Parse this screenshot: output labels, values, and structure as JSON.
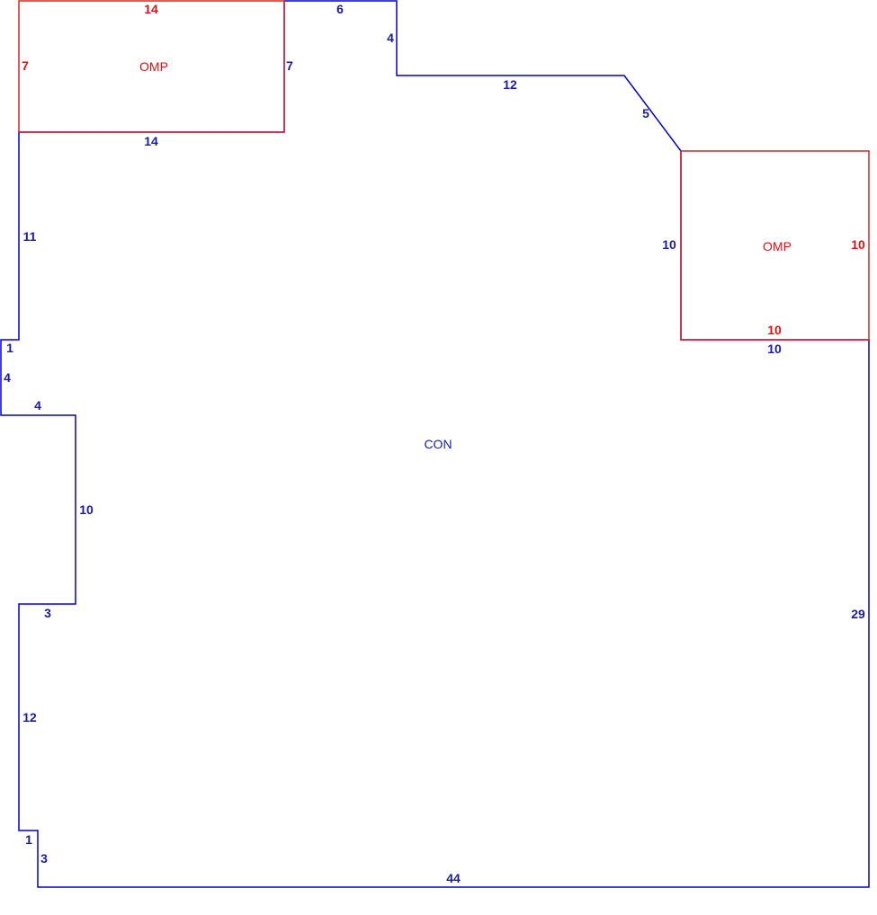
{
  "colors": {
    "main_outline": "#0000cc",
    "main_text": "#1a1aa6",
    "porch_outline": "#dd2222",
    "porch_text": "#dd1111"
  },
  "areas": {
    "main": {
      "label": "CON"
    },
    "porch_left": {
      "label": "OMP"
    },
    "porch_right": {
      "label": "OMP"
    }
  },
  "dimensions": {
    "main": {
      "top_segment": "6",
      "step_down": "4",
      "upper_right_run": "12",
      "diagonal": "5",
      "porch_right_left_side": "10",
      "porch_right_bottom": "10",
      "right_side": "29",
      "bottom": "44",
      "lower_left_step_vertical": "3",
      "lower_left_step_horizontal": "1",
      "lower_left_side": "12",
      "bump_bottom": "3",
      "bump_right_side": "10",
      "bump_top": "4",
      "upper_left_step_vertical": "4",
      "upper_left_step_horizontal": "1",
      "upper_left_side": "11",
      "porch_left_bottom": "14",
      "porch_left_right_side": "7"
    },
    "porch_left": {
      "top": "14",
      "left": "7"
    },
    "porch_right": {
      "right": "10",
      "bottom": "10"
    }
  }
}
